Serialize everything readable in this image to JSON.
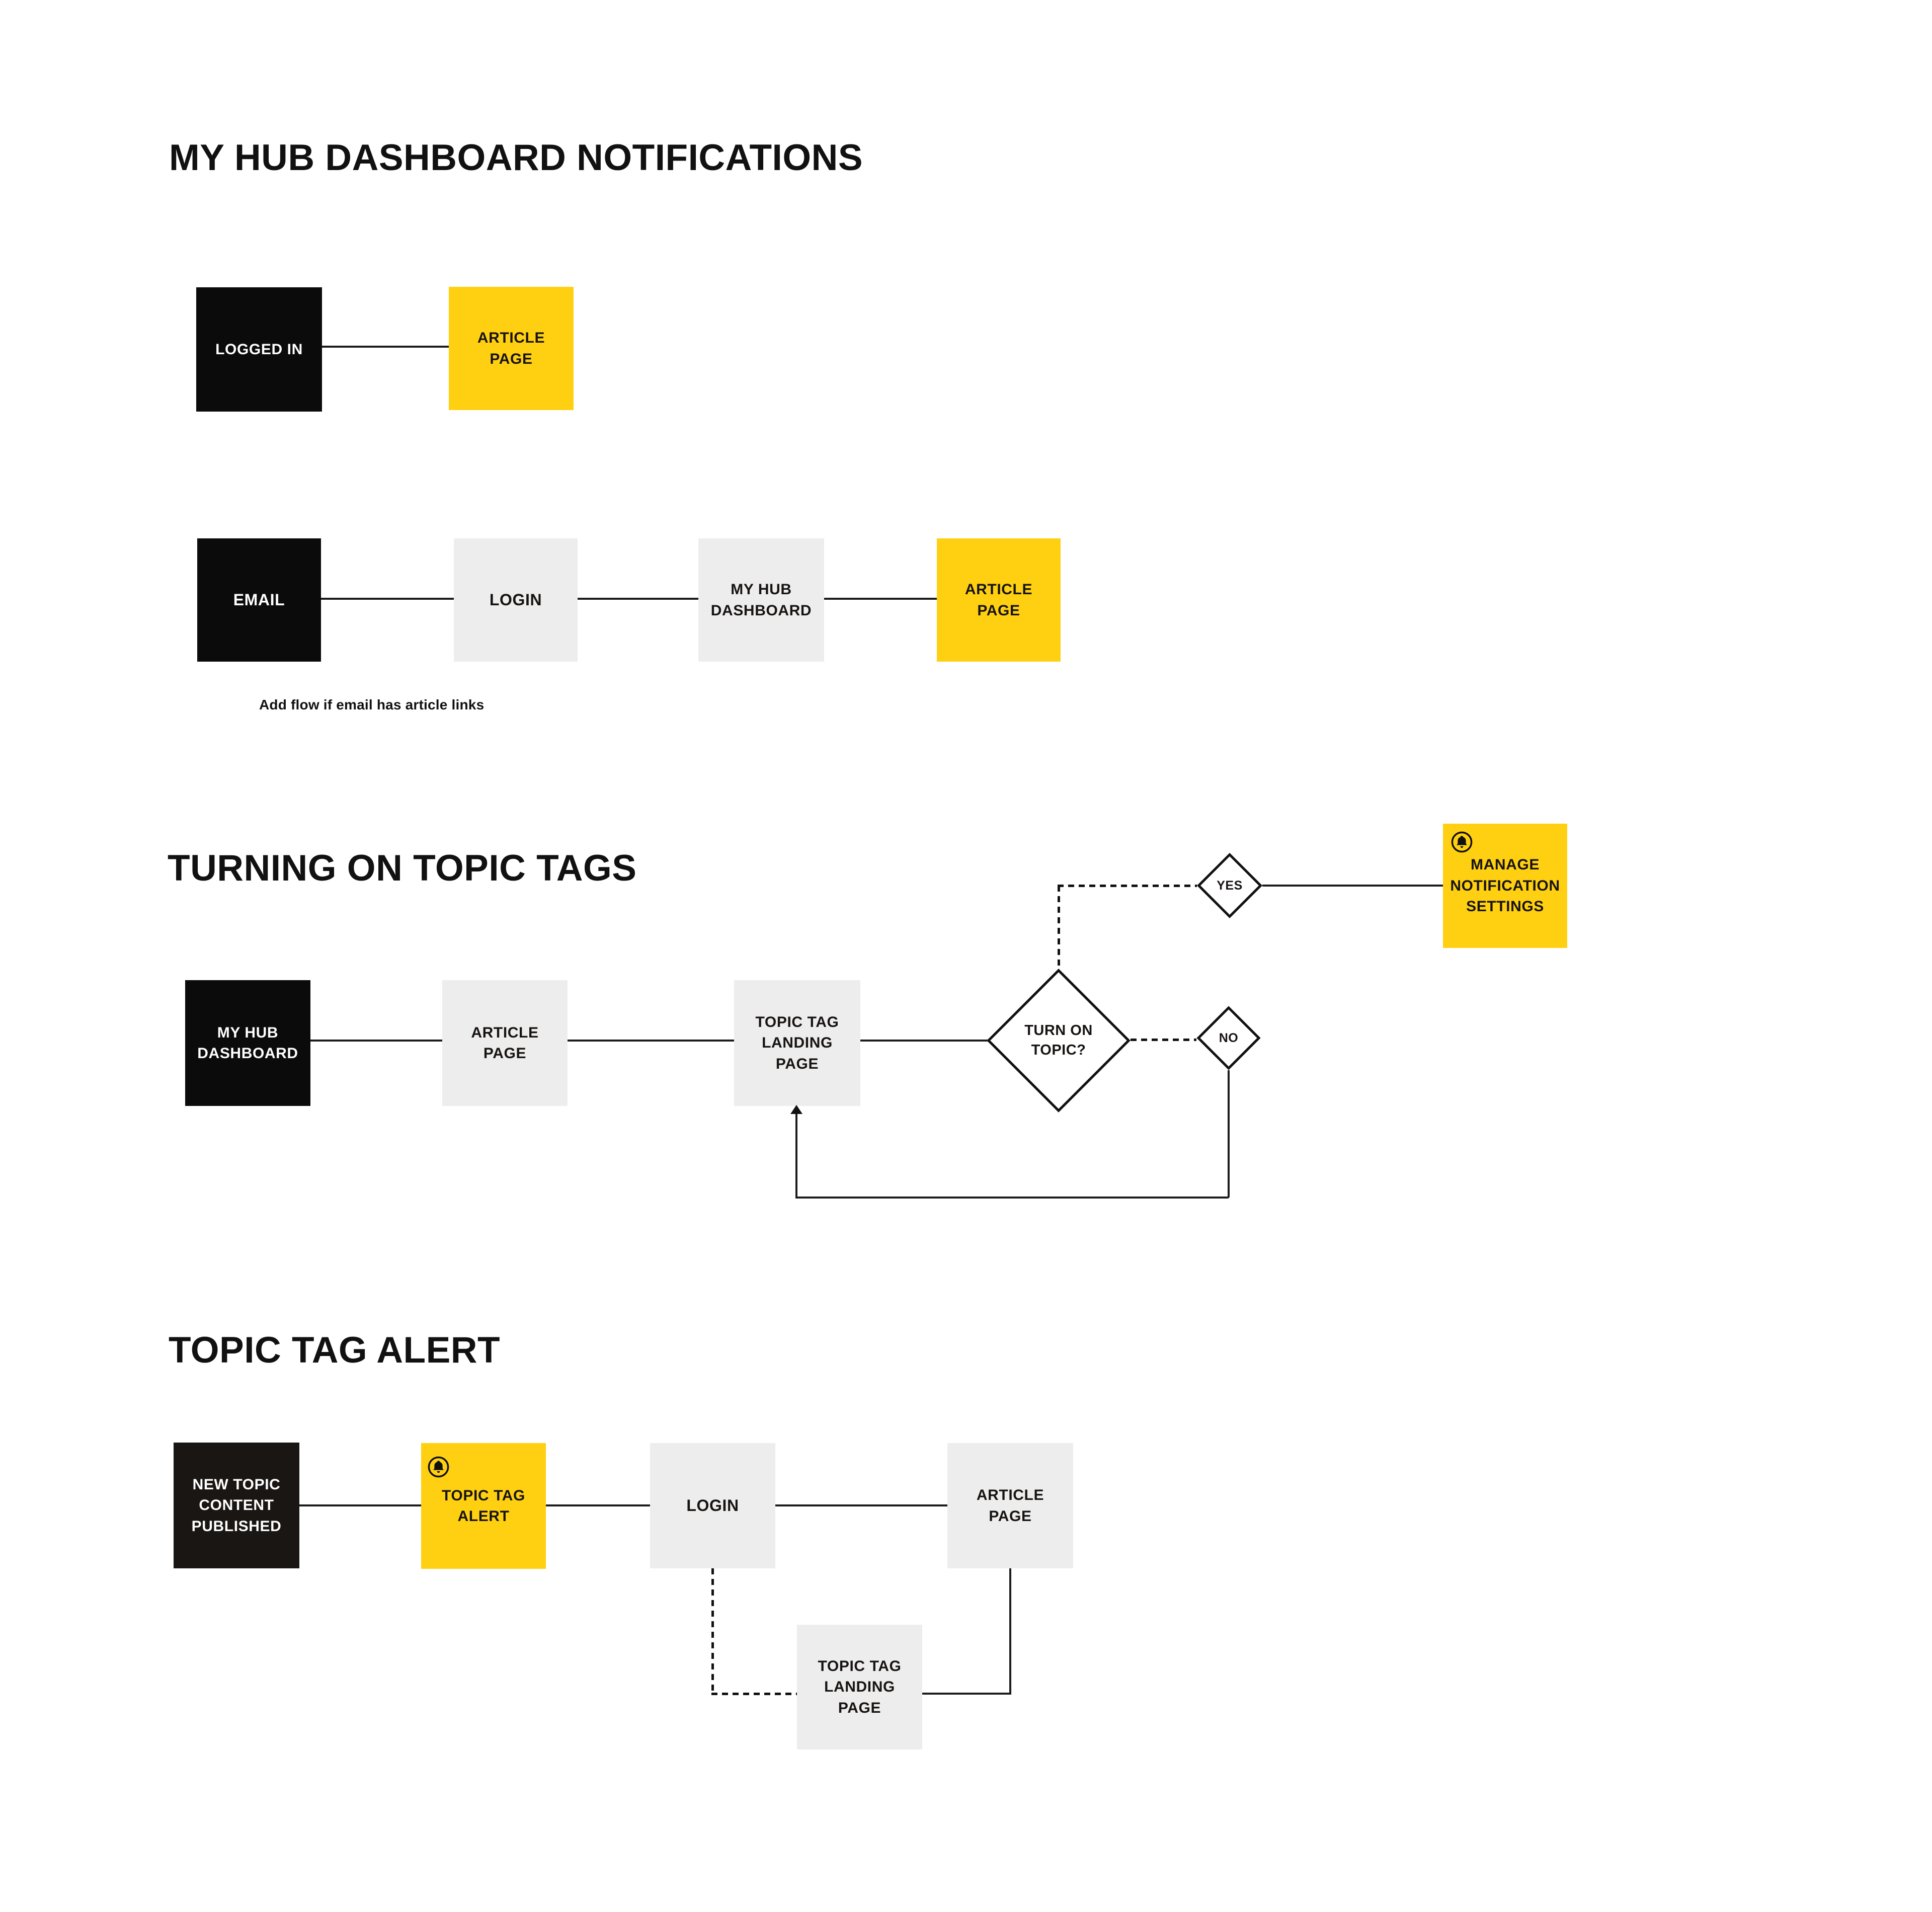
{
  "colors": {
    "yellow": "#FFD012",
    "gray": "#EDEDED",
    "black": "#0B0B0B",
    "dark_black": "#1A1613",
    "line": "#1C1C1C",
    "text_dark": "#161311",
    "text_light": "#FFFFFF"
  },
  "icons": {
    "bell": "🔔"
  },
  "sections": [
    {
      "title": "MY HUB DASHBOARD NOTIFICATIONS"
    },
    {
      "title": "TURNING ON TOPIC TAGS"
    },
    {
      "title": "TOPIC TAG ALERT"
    }
  ],
  "note": {
    "text": "Add flow if email has article links"
  },
  "nodes": {
    "logged_in": {
      "label": "LOGGED IN",
      "type": "start"
    },
    "article_page_row1": {
      "label": "ARTICLE\nPAGE",
      "type": "end"
    },
    "email": {
      "label": "EMAIL",
      "type": "start"
    },
    "login_row2": {
      "label": "LOGIN",
      "type": "step"
    },
    "my_hub_dashboard_row2": {
      "label": "MY HUB\nDASHBOARD",
      "type": "step"
    },
    "article_page_row2": {
      "label": "ARTICLE\nPAGE",
      "type": "end"
    },
    "my_hub_dashboard_row3": {
      "label": "MY HUB\nDASHBOARD",
      "type": "start"
    },
    "article_page_row3": {
      "label": "ARTICLE\nPAGE",
      "type": "step"
    },
    "topic_tag_landing_row3": {
      "label": "TOPIC TAG\nLANDING\nPAGE",
      "type": "step"
    },
    "turn_on_topic": {
      "label": "TURN ON\nTOPIC?",
      "type": "decision"
    },
    "yes": {
      "label": "YES",
      "type": "decision-branch"
    },
    "no": {
      "label": "NO",
      "type": "decision-branch"
    },
    "manage_notification_settings": {
      "label": "MANAGE\nNOTIFICATION\nSETTINGS",
      "type": "end"
    },
    "new_topic_content_published": {
      "label": "NEW TOPIC\nCONTENT\nPUBLISHED",
      "type": "start"
    },
    "topic_tag_alert": {
      "label": "TOPIC TAG\nALERT",
      "type": "step"
    },
    "login_row4": {
      "label": "LOGIN",
      "type": "step"
    },
    "article_page_row4": {
      "label": "ARTICLE\nPAGE",
      "type": "end"
    },
    "topic_tag_landing_row4": {
      "label": "TOPIC TAG\nLANDING\nPAGE",
      "type": "step"
    }
  }
}
